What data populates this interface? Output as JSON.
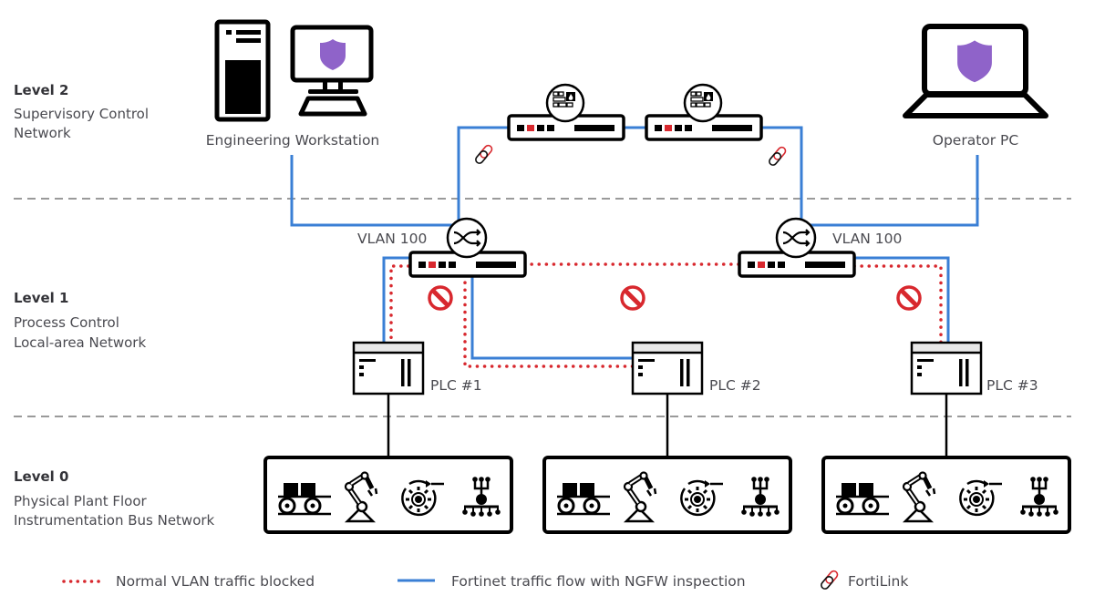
{
  "levels": [
    {
      "title": "Level 2",
      "lines": [
        "Supervisory Control",
        "Network"
      ]
    },
    {
      "title": "Level 1",
      "lines": [
        "Process Control",
        "Local-area Network"
      ]
    },
    {
      "title": "Level 0",
      "lines": [
        "Physical Plant Floor",
        "Instrumentation Bus Network"
      ]
    }
  ],
  "devices": {
    "engineering_workstation": "Engineering Workstation",
    "operator_pc": "Operator PC",
    "switch_left_vlan": "VLAN 100",
    "switch_right_vlan": "VLAN 100",
    "plcs": [
      "PLC #1",
      "PLC #2",
      "PLC #3"
    ]
  },
  "icons": {
    "firewall": "firewall-icon",
    "switch": "switch-arrows-icon",
    "blocked": "no-entry-icon",
    "fortilink": "link-chain-icon",
    "shield": "shield-icon",
    "plant_floor": [
      "conveyor-icon",
      "robot-arm-icon",
      "rotating-wheel-icon",
      "sprinkler-manifold-icon"
    ]
  },
  "legend": {
    "blocked": "Normal VLAN traffic blocked",
    "inspection": "Fortinet traffic flow with NGFW inspection",
    "fortilink": "FortiLink"
  },
  "colors": {
    "blue_flow": "#3a7fd5",
    "red_blocked": "#d8282e",
    "shield_purple": "#8f63c9",
    "divider_gray": "#9a9a9a"
  }
}
